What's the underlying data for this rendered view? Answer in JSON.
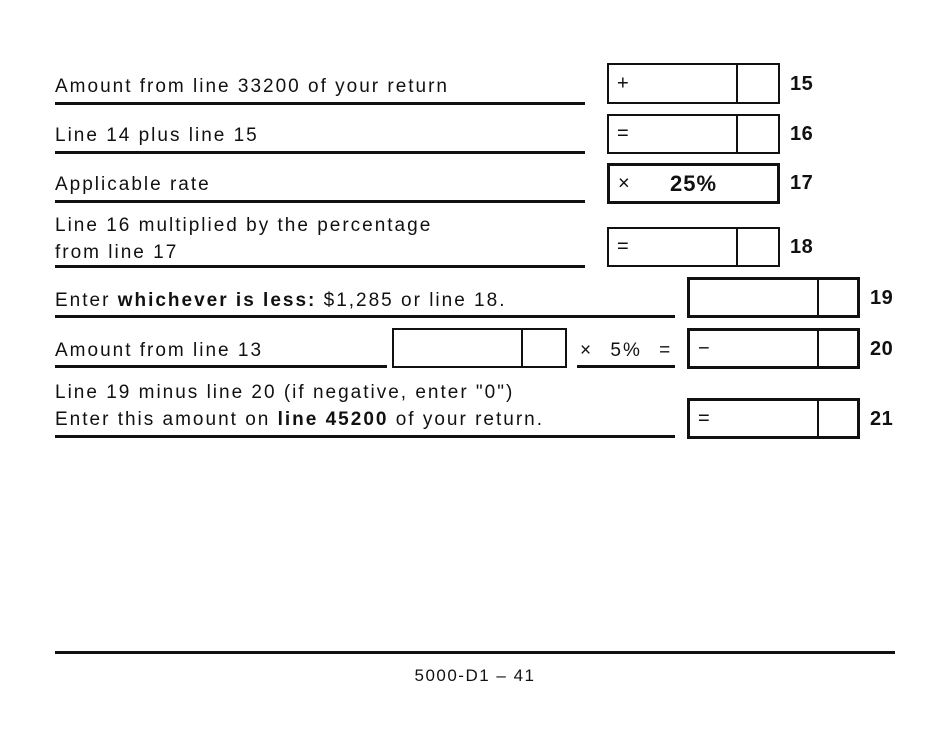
{
  "rows": {
    "r15": {
      "label": "Amount from line 33200 of your return",
      "operator": "+",
      "line_no": "15"
    },
    "r16": {
      "label": "Line 14 plus line 15",
      "operator": "=",
      "line_no": "16"
    },
    "r17": {
      "label": "Applicable rate",
      "operator": "×",
      "rate": "25%",
      "line_no": "17"
    },
    "r18": {
      "label_line1": "Line 16 multiplied by the percentage",
      "label_line2": "from line 17",
      "operator": "=",
      "line_no": "18"
    },
    "r19": {
      "label_prefix": "Enter ",
      "label_bold": "whichever is less:",
      "label_suffix": " $1,285 or line 18.",
      "line_no": "19"
    },
    "r20": {
      "label": "Amount from line 13",
      "multiplier": "× 5% =",
      "operator": "−",
      "line_no": "20"
    },
    "r21": {
      "label_line1": "Line 19 minus line 20 (if negative, enter \"0\")",
      "label_line2_prefix": "Enter this amount on ",
      "label_line2_bold": "line 45200",
      "label_line2_suffix": " of your return.",
      "operator": "=",
      "line_no": "21"
    }
  },
  "footer": {
    "doc_number": "5000-D1 – 41"
  }
}
